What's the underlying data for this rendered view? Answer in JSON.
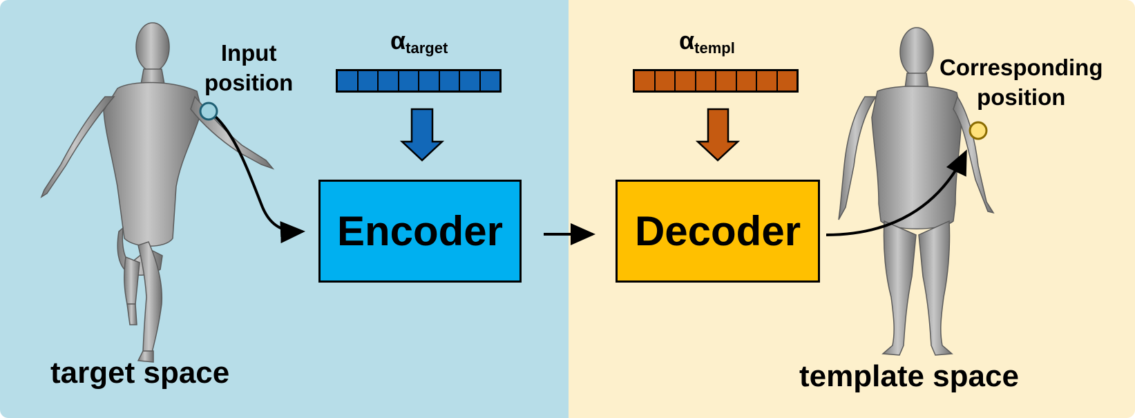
{
  "left_panel": {
    "space_label": "target space",
    "point_label_line1": "Input",
    "point_label_line2": "position",
    "latent_symbol": "α",
    "latent_subscript": "target",
    "vector_cells": 8,
    "accent_color": "#1268b8",
    "box_label": "Encoder"
  },
  "right_panel": {
    "space_label": "template space",
    "point_label_line1": "Corresponding",
    "point_label_line2": "position",
    "latent_symbol": "α",
    "latent_subscript": "templ",
    "vector_cells": 8,
    "accent_color": "#c55a11",
    "box_label": "Decoder"
  },
  "colors": {
    "left_background": "#b7dde8",
    "right_background": "#fdf0cc",
    "encoder_fill": "#00b0f0",
    "decoder_fill": "#ffc000",
    "input_point": "#9fd3e0",
    "corresponding_point": "#ffe27a"
  },
  "figures": {
    "left": "human-body-mesh-posed",
    "right": "human-body-mesh-template"
  }
}
